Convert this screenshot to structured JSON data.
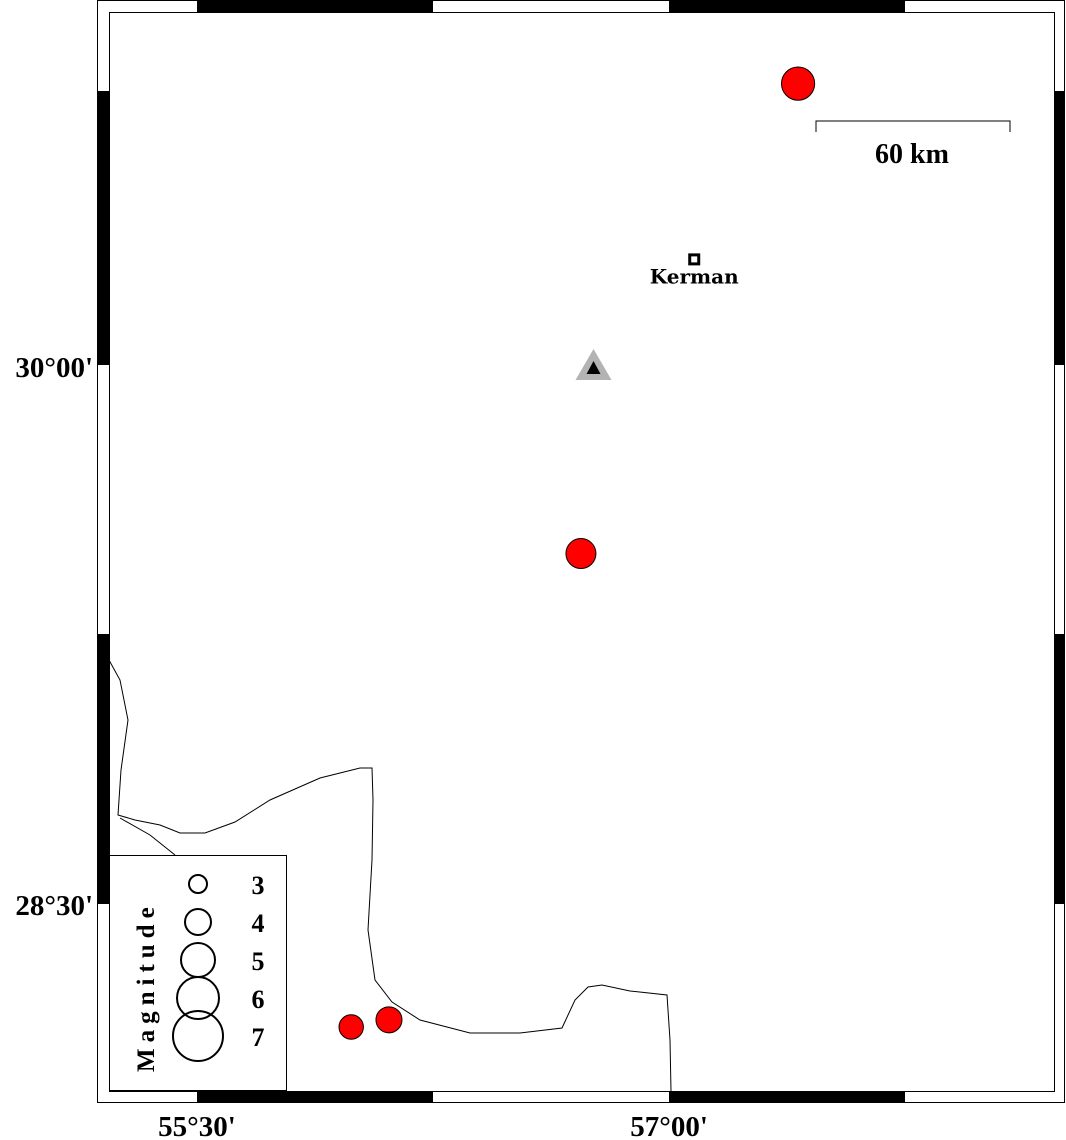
{
  "map": {
    "lon_labels": [
      {
        "lon": 55.5,
        "text": "55°30'"
      },
      {
        "lon": 57.0,
        "text": "57°00'"
      }
    ],
    "lat_labels": [
      {
        "lat": 30.0,
        "text": "30°00'"
      },
      {
        "lat": 28.5,
        "text": "28°30'"
      }
    ],
    "scale_bar": {
      "label": "60 km",
      "km": 60
    },
    "city": {
      "name": "Kerman",
      "lon": 57.08,
      "lat": 30.3
    },
    "station": {
      "lon": 56.76,
      "lat": 30.0,
      "color": "#b3b3b3"
    },
    "events": [
      {
        "lon": 57.41,
        "lat": 30.79,
        "magnitude": 4.9
      },
      {
        "lon": 56.72,
        "lat": 29.48,
        "magnitude": 4.5
      },
      {
        "lon": 55.99,
        "lat": 28.16,
        "magnitude": 3.8
      },
      {
        "lon": 56.11,
        "lat": 28.18,
        "magnitude": 4.0
      }
    ],
    "event_color": "#ff0000"
  },
  "legend": {
    "title": "Magnitude",
    "entries": [
      {
        "label": "3",
        "magnitude": 3
      },
      {
        "label": "4",
        "magnitude": 4
      },
      {
        "label": "5",
        "magnitude": 5
      },
      {
        "label": "6",
        "magnitude": 6
      },
      {
        "label": "7",
        "magnitude": 7
      }
    ]
  }
}
